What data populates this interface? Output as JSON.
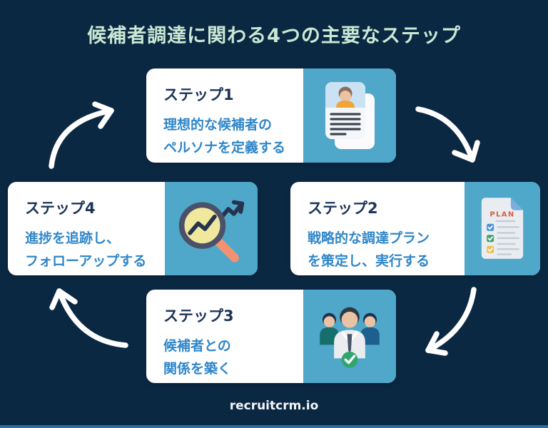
{
  "title": "候補者調達に関わる4つの主要なステップ",
  "steps": [
    {
      "label": "ステップ1",
      "desc_line1": "理想的な候補者の",
      "desc_line2": "ペルソナを定義する",
      "icon": "resume-document-icon"
    },
    {
      "label": "ステップ2",
      "desc_line1": "戦略的な調達プラン",
      "desc_line2": "を策定し、実行する",
      "icon": "plan-checklist-icon"
    },
    {
      "label": "ステップ3",
      "desc_line1": "候補者との",
      "desc_line2": "関係を築く",
      "icon": "team-check-icon"
    },
    {
      "label": "ステップ4",
      "desc_line1": "進捗を追跡し、",
      "desc_line2": "フォローアップする",
      "icon": "magnifier-trend-icon"
    }
  ],
  "icons": {
    "plan_label": "PLAN"
  },
  "footer": {
    "brand": "recruitcrm.io"
  },
  "colors": {
    "background": "#0B2843",
    "title_text": "#CBE8D4",
    "card_bg": "#FFFFFF",
    "icon_panel": "#4FA7C9",
    "step_label": "#1D3457",
    "step_desc": "#2F86C9",
    "arrow": "#FFFFFF",
    "bottom_bar": "#2D6DA3"
  }
}
